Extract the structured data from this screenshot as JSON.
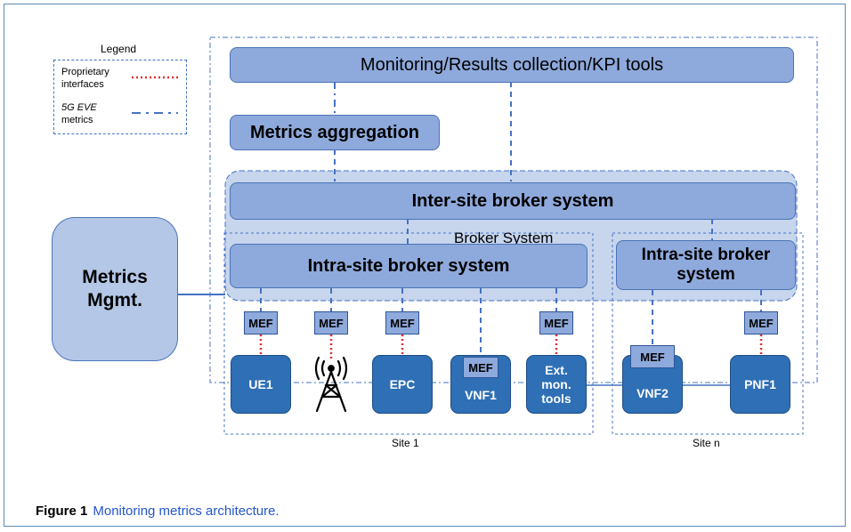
{
  "legend": {
    "title": "Legend",
    "proprietary_line1": "Proprietary",
    "proprietary_line2": "interfaces",
    "metrics_line1": "5G EVE",
    "metrics_line2": "metrics"
  },
  "boxes": {
    "monitoring": "Monitoring/Results collection/KPI tools",
    "aggregation": "Metrics aggregation",
    "inter_site": "Inter-site broker system",
    "broker_system": "Broker System",
    "intra_site_1": "Intra-site broker system",
    "intra_site_n": "Intra-site broker system",
    "metrics_mgmt_line1": "Metrics",
    "metrics_mgmt_line2": "Mgmt."
  },
  "mef_label": "MEF",
  "nodes": {
    "ue1": "UE1",
    "epc": "EPC",
    "vnf1": "VNF1",
    "ext_line1": "Ext.",
    "ext_line2": "mon.",
    "ext_line3": "tools",
    "vnf2": "VNF2",
    "pnf1": "PNF1"
  },
  "sites": {
    "site1": "Site 1",
    "siten": "Site n"
  },
  "caption": {
    "label": "Figure 1",
    "text": "Monitoring metrics architecture."
  },
  "colors": {
    "light_box": "#8ea9db",
    "dark_node": "#2e6fb5",
    "broker_area": "#b4c7e7",
    "proprietary_line": "#e03030",
    "metrics_line": "#4472c4",
    "caption_text": "#2255cc"
  }
}
